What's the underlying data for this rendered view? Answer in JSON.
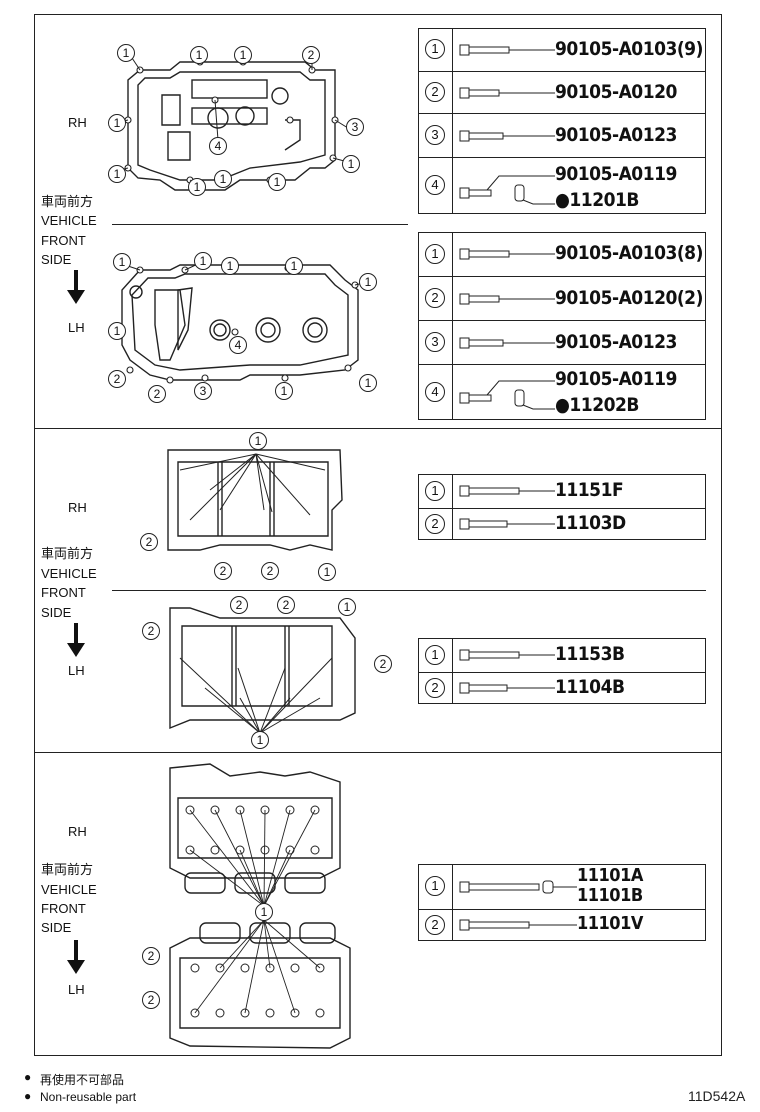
{
  "sections": [
    {
      "id": "cylinder-head-cover",
      "side_labels": {
        "rh": "RH",
        "front_jp": "車両前方",
        "front_en1": "VEHICLE",
        "front_en2": "FRONT",
        "front_en3": "SIDE",
        "lh": "LH"
      },
      "rh_table": [
        {
          "num": "1",
          "part": "90105-A0103(9)"
        },
        {
          "num": "2",
          "part": "90105-A0120"
        },
        {
          "num": "3",
          "part": "90105-A0123"
        },
        {
          "num": "4",
          "part": "90105-A0119",
          "part2": "●11201B"
        }
      ],
      "lh_table": [
        {
          "num": "1",
          "part": "90105-A0103(8)"
        },
        {
          "num": "2",
          "part": "90105-A0120(2)"
        },
        {
          "num": "3",
          "part": "90105-A0123"
        },
        {
          "num": "4",
          "part": "90105-A0119",
          "part2": "●11202B"
        }
      ]
    },
    {
      "id": "camshaft-housing",
      "side_labels": {
        "rh": "RH",
        "front_jp": "車両前方",
        "front_en1": "VEHICLE",
        "front_en2": "FRONT",
        "front_en3": "SIDE",
        "lh": "LH"
      },
      "rh_table": [
        {
          "num": "1",
          "part": "11151F"
        },
        {
          "num": "2",
          "part": "11103D"
        }
      ],
      "lh_table": [
        {
          "num": "1",
          "part": "11153B"
        },
        {
          "num": "2",
          "part": "11104B"
        }
      ]
    },
    {
      "id": "cylinder-head",
      "side_labels": {
        "rh": "RH",
        "front_jp": "車両前方",
        "front_en1": "VEHICLE",
        "front_en2": "FRONT",
        "front_en3": "SIDE",
        "lh": "LH"
      },
      "table": [
        {
          "num": "1",
          "part": "11101A",
          "part2": "11101B"
        },
        {
          "num": "2",
          "part": "11101V"
        }
      ]
    }
  ],
  "callouts": {
    "one": "1",
    "two": "2",
    "three": "3",
    "four": "4"
  },
  "footer": {
    "legend_jp": "再使用不可部品",
    "legend_en": "Non-reusable part",
    "bullet": "●",
    "diagram_code": "11D542A"
  }
}
